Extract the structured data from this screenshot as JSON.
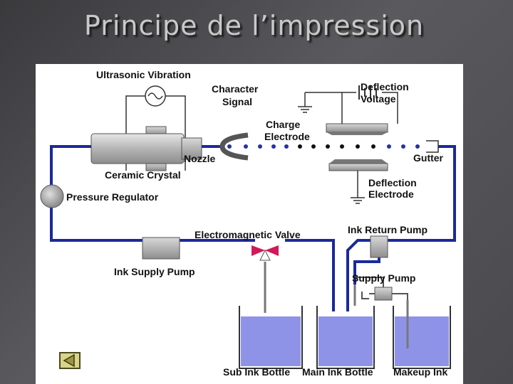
{
  "slide": {
    "title": "Principe de l’impression"
  },
  "diagram": {
    "labels": {
      "ultrasonic_vibration": "Ultrasonic Vibration",
      "character_signal_1": "Character",
      "character_signal_2": "Signal",
      "deflection_voltage_1": "Deflection",
      "deflection_voltage_2": "Voltage",
      "charge_electrode_1": "Charge",
      "charge_electrode_2": "Electrode",
      "nozzle": "Nozzle",
      "gutter": "Gutter",
      "ceramic_crystal": "Ceramic Crystal",
      "deflection_electrode_1": "Deflection",
      "deflection_electrode_2": "Electrode",
      "pressure_regulator": "Pressure Regulator",
      "electromagnetic_valve": "Electromagnetic Valve",
      "ink_return_pump": "Ink Return Pump",
      "ink_supply_pump": "Ink Supply Pump",
      "supply_pump": "Supply Pump",
      "sub_ink_bottle": "Sub Ink Bottle",
      "main_ink_bottle": "Main Ink Bottle",
      "makeup_ink": "Makeup Ink"
    },
    "colors": {
      "ink_line": "#1a2a9a",
      "ink_fill": "#8f93e8",
      "valve": "#d01a5a",
      "component": "#c9c9c9"
    }
  },
  "nav": {
    "back_icon": "back-arrow-icon"
  }
}
